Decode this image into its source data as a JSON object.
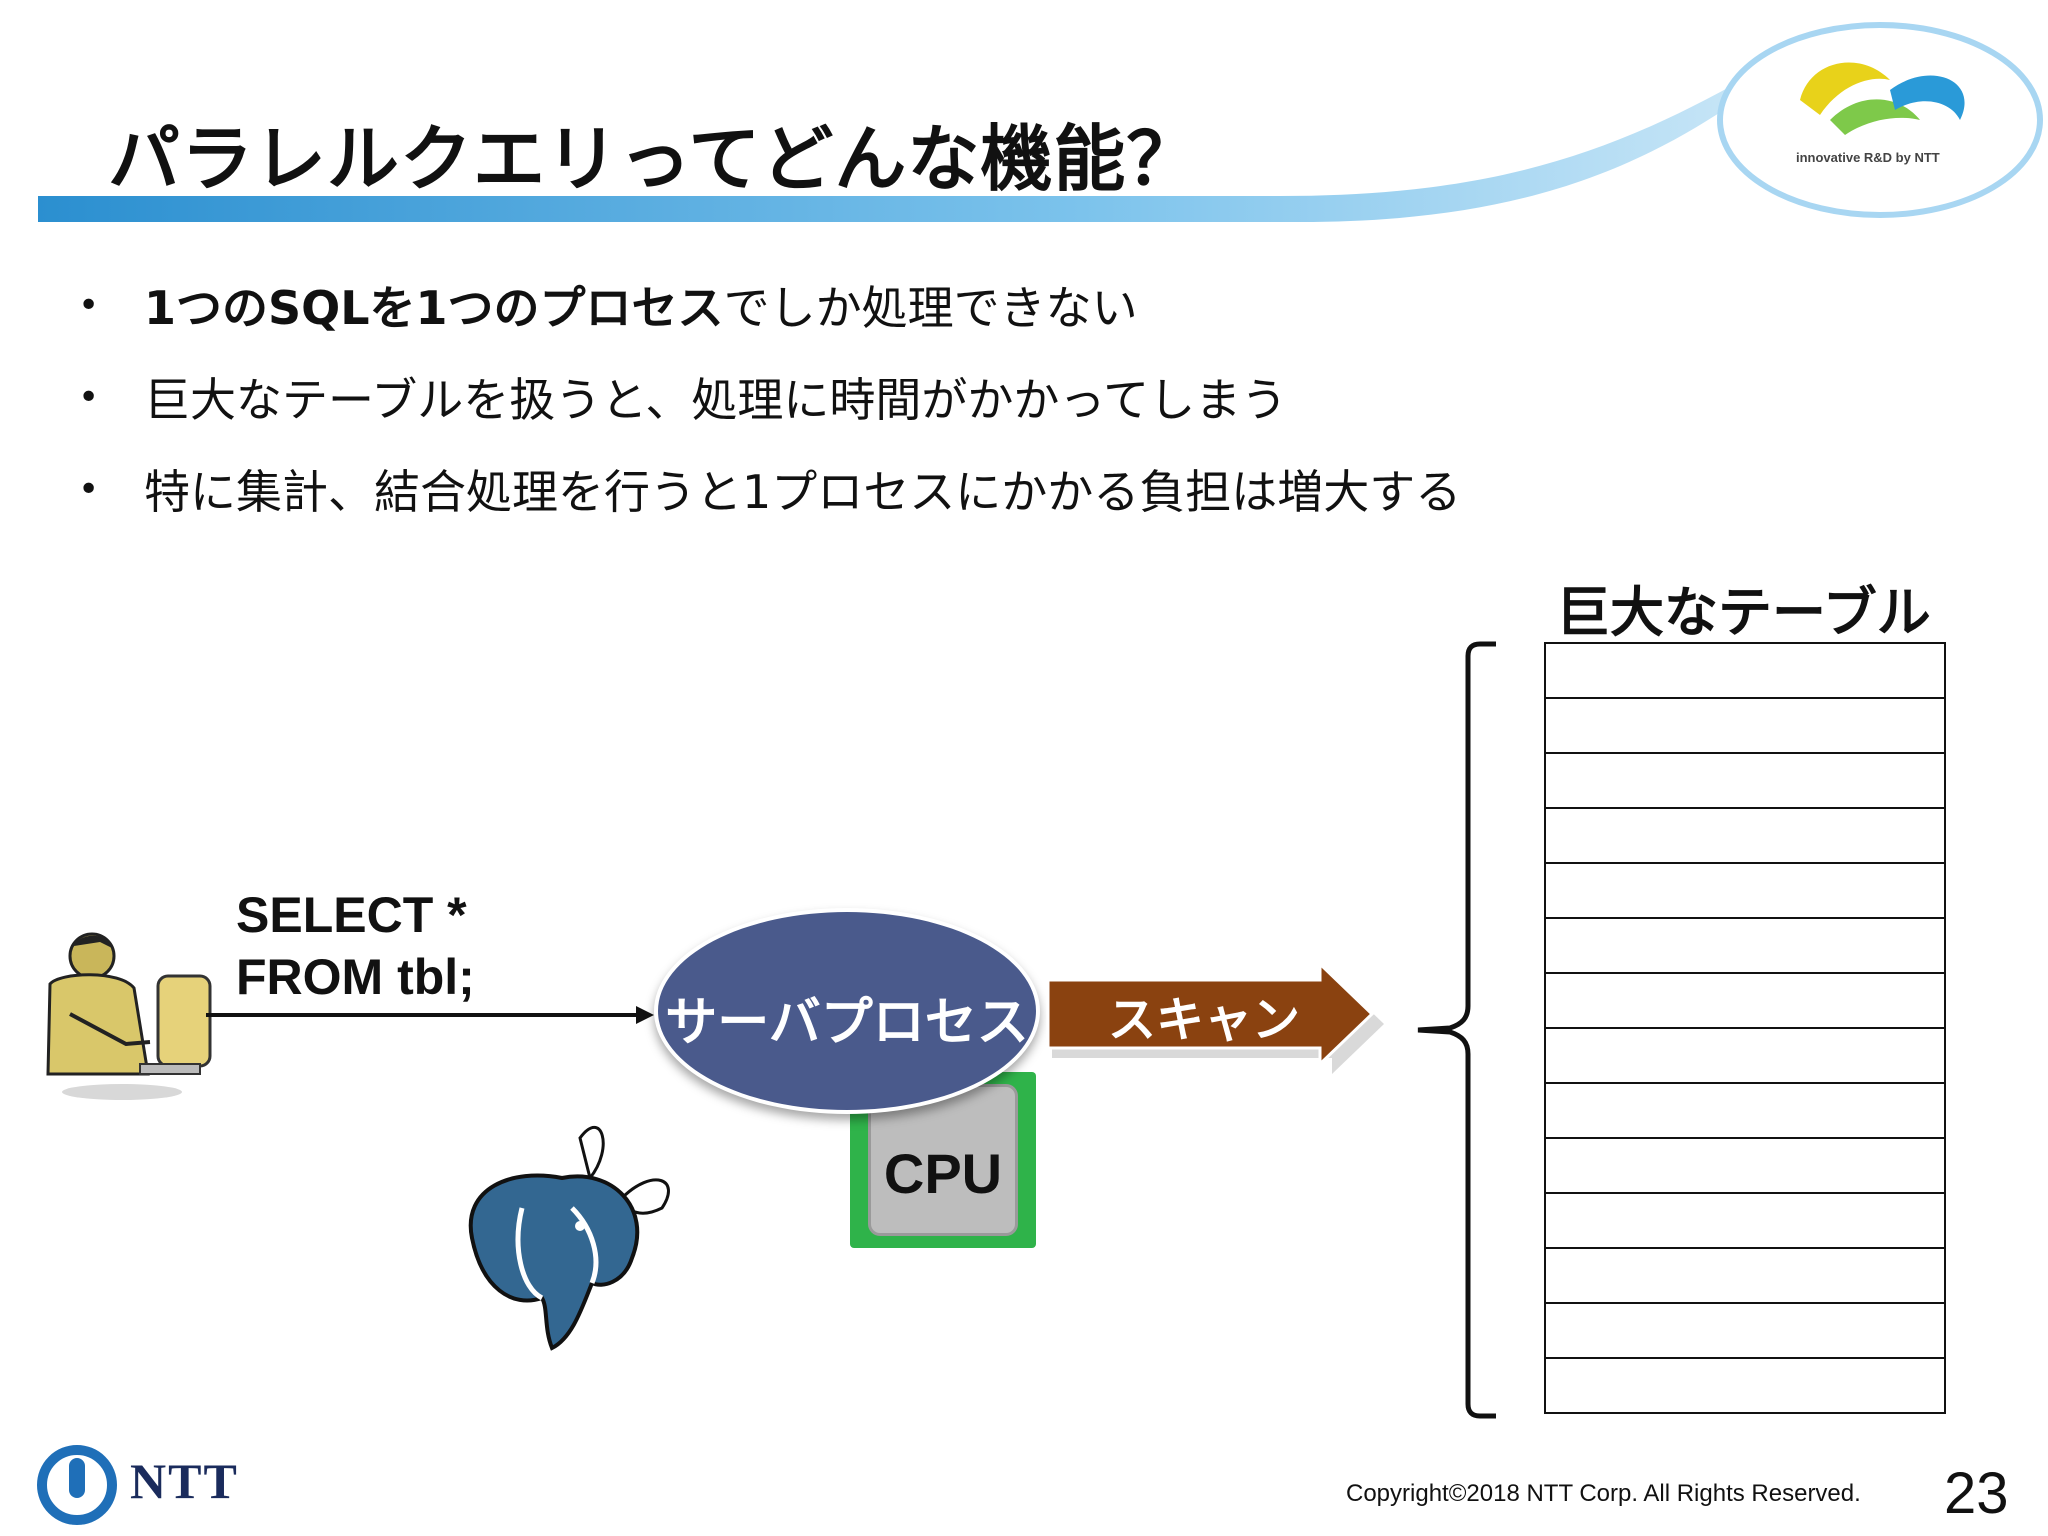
{
  "header": {
    "title": "パラレルクエリってどんな機能？",
    "logo_text": "innovative R&D by NTT"
  },
  "bullets": [
    {
      "bold": "1つのSQLを1つのプロセス",
      "rest": "でしか処理できない"
    },
    {
      "bold": "",
      "rest": "巨大なテーブルを扱うと、処理に時間がかかってしまう"
    },
    {
      "bold": "",
      "rest": "特に集計、結合処理を行うと1プロセスにかかる負担は増大する"
    }
  ],
  "diagram": {
    "query": "SELECT *\nFROM tbl;",
    "server_process": "サーバプロセス",
    "cpu": "CPU",
    "scan": "スキャン",
    "table_title": "巨大なテーブル",
    "table_row_count": 14
  },
  "footer": {
    "brand": "NTT",
    "copyright": "Copyright©2018  NTT Corp. All Rights Reserved.",
    "page_number": "23"
  },
  "colors": {
    "header_band": "#3fa0d8",
    "server_process": "#4a5a8c",
    "scan_arrow": "#8a4210",
    "cpu_chip": "#2fb34a",
    "ntt_blue": "#1f6fb8"
  }
}
